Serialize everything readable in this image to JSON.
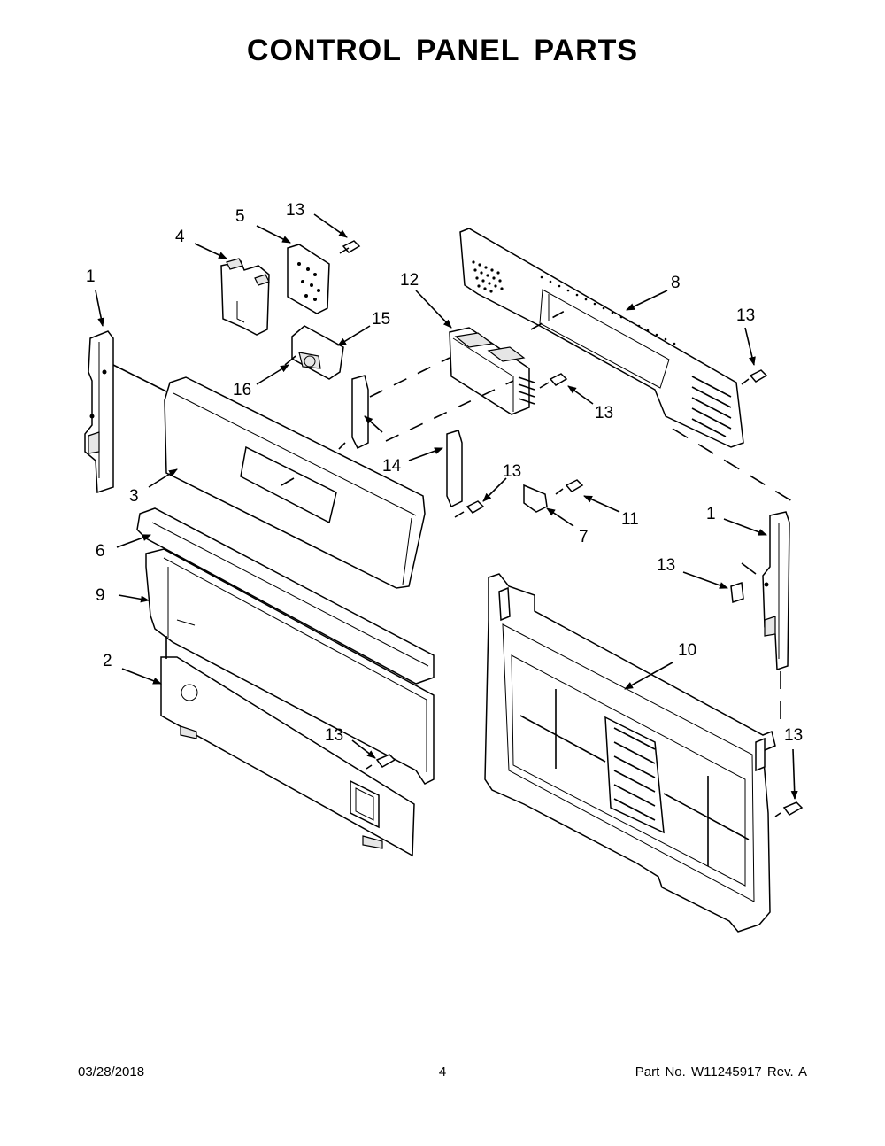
{
  "title": "CONTROL PANEL PARTS",
  "footer": {
    "date": "03/28/2018",
    "page": "4",
    "part_no": "Part No.  W11245917  Rev.  A"
  },
  "callouts": {
    "c1a": "1",
    "c1b": "1",
    "c2": "2",
    "c3": "3",
    "c4": "4",
    "c5": "5",
    "c6": "6",
    "c7": "7",
    "c8": "8",
    "c9": "9",
    "c10": "10",
    "c11": "11",
    "c12": "12",
    "c13a": "13",
    "c13b": "13",
    "c13c": "13",
    "c13d": "13",
    "c13e": "13",
    "c13f": "13",
    "c13g": "13",
    "c14": "14",
    "c15": "15",
    "c16": "16"
  }
}
